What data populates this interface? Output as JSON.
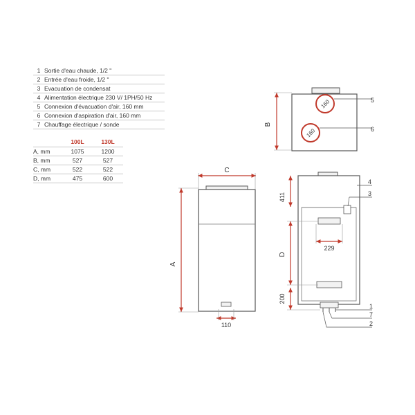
{
  "legend": [
    {
      "num": "1",
      "text": "Sortie d'eau chaude, 1/2 \""
    },
    {
      "num": "2",
      "text": "Entrée d'eau froide, 1/2 \""
    },
    {
      "num": "3",
      "text": "Evacuation de condensat"
    },
    {
      "num": "4",
      "text": "Alimentation électrique 230 V/ 1PH/50 Hz"
    },
    {
      "num": "5",
      "text": "Connexion d'évacuation d'air, 160 mm"
    },
    {
      "num": "6",
      "text": "Connexion d'aspiration d'air, 160 mm"
    },
    {
      "num": "7",
      "text": "Chauffage électrique / sonde"
    }
  ],
  "dimensions_table": {
    "headers": [
      "100L",
      "130L"
    ],
    "rows": [
      {
        "label": "A, mm",
        "values": [
          "1075",
          "1200"
        ]
      },
      {
        "label": "B, mm",
        "values": [
          "527",
          "527"
        ]
      },
      {
        "label": "C, mm",
        "values": [
          "522",
          "522"
        ]
      },
      {
        "label": "D, mm",
        "values": [
          "475",
          "600"
        ]
      }
    ]
  },
  "drawing": {
    "dim_labels": {
      "A": "A",
      "B": "B",
      "C": "C",
      "D": "D"
    },
    "values": {
      "dim_411": "411",
      "dim_229": "229",
      "dim_200": "200",
      "dim_110": "110"
    },
    "duct_diameters": {
      "top": "160",
      "bottom": "160"
    },
    "callouts": {
      "c5": "5",
      "c6": "6",
      "c4": "4",
      "c3": "3",
      "c1": "1",
      "c7": "7",
      "c2": "2"
    }
  },
  "colors": {
    "dimension": "#c0392b",
    "outline": "#555555"
  }
}
